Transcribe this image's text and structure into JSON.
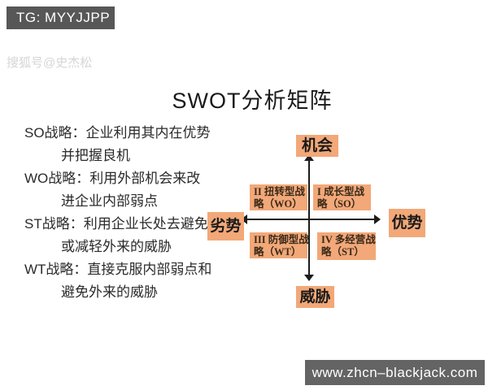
{
  "header": {
    "tg_banner": "TG: MYYJJPP",
    "watermark": "搜狐号@史杰松"
  },
  "title": "SWOT分析矩阵",
  "strategies": [
    {
      "line1": "SO战略：企业利用其内在优势",
      "line2": "并把握良机"
    },
    {
      "line1": "WO战略：利用外部机会来改",
      "line2": "进企业内部弱点"
    },
    {
      "line1": "ST战略：利用企业长处去避免",
      "line2": "或减轻外来的威胁"
    },
    {
      "line1": "WT战略：直接克服内部弱点和",
      "line2": "避免外来的威胁"
    }
  ],
  "matrix": {
    "pole_top": "机会",
    "pole_bottom": "威胁",
    "pole_left": "劣势",
    "pole_right": "优势",
    "quadrants": [
      {
        "id": "II",
        "line1": "II 扭转型战",
        "line2": "略（WO）"
      },
      {
        "id": "I",
        "line1": "I 成长型战",
        "line2": "略（SO）"
      },
      {
        "id": "III",
        "line1": "III 防御型战",
        "line2": "略（WT）"
      },
      {
        "id": "IV",
        "line1": "IV 多经营战",
        "line2": "略（ST）"
      }
    ]
  },
  "footer": {
    "url_banner": "www.zhcn–blackjack.com"
  },
  "colors": {
    "box_orange": "#f2a878",
    "tg_banner_gray": "#575757",
    "url_banner_gray": "#646464",
    "axis_black": "#1c1c1c",
    "watermark_gray": "#d9d9d9"
  }
}
